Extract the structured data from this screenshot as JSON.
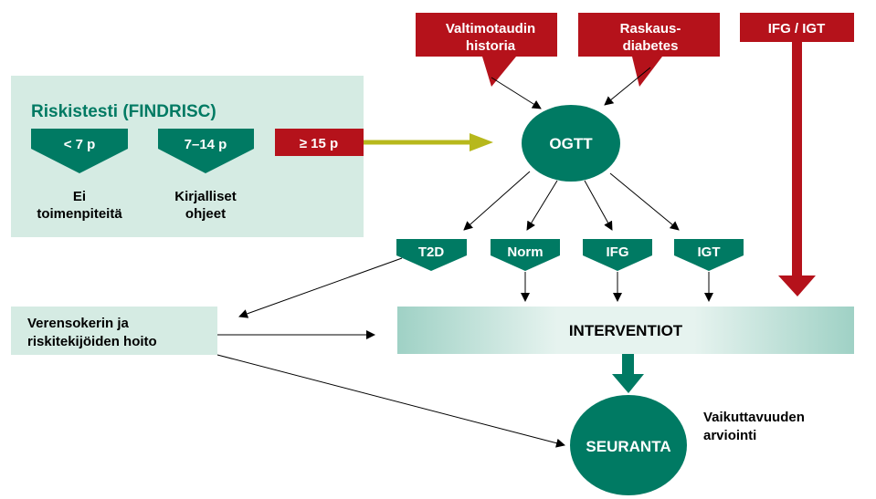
{
  "risk_panel": {
    "title": "Riskistesti (FINDRISC)",
    "scores": [
      {
        "label": "< 7 p",
        "outcome_line1": "Ei",
        "outcome_line2": "toimenpiteitä"
      },
      {
        "label": "7–14 p",
        "outcome_line1": "Kirjalliset",
        "outcome_line2": "ohjeet"
      },
      {
        "label": "≥ 15 p"
      }
    ]
  },
  "top_inputs": [
    {
      "line1": "Valtimotaudin",
      "line2": "historia"
    },
    {
      "line1": "Raskaus-",
      "line2": "diabetes"
    },
    {
      "line1": "IFG / IGT"
    }
  ],
  "ogtt": "OGTT",
  "results": [
    "T2D",
    "Norm",
    "IFG",
    "IGT"
  ],
  "treatment": {
    "line1": "Verensokerin ja",
    "line2": "riskitekijöiden hoito"
  },
  "interventions": "INTERVENTIOT",
  "followup": "SEURANTA",
  "evaluation": {
    "line1": "Vaikuttavuuden",
    "line2": "arviointi"
  },
  "colors": {
    "teal": "#007a63",
    "red": "#b5121b",
    "panel": "#d5ebe3",
    "olive_arrow": "#b7b81c"
  }
}
